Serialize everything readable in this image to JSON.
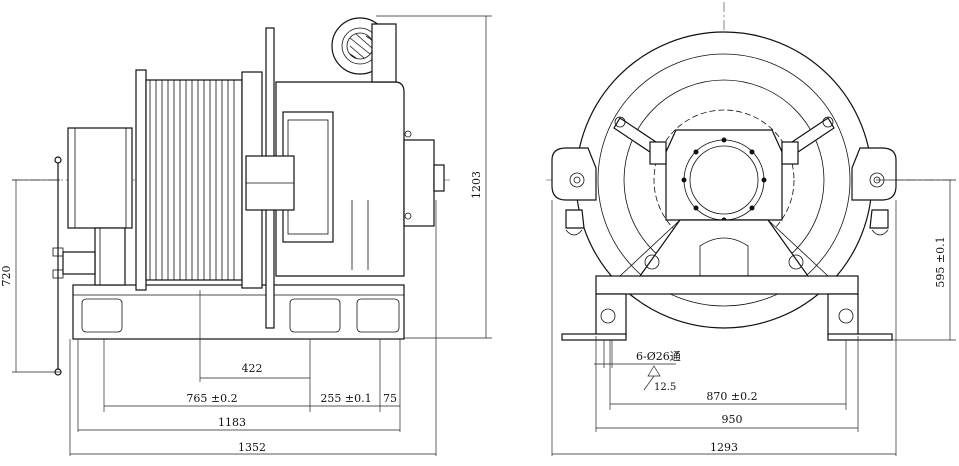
{
  "drawing": {
    "side_view": {
      "dim_height_motor": "1203",
      "dim_height_axis": "720",
      "dim_drum_offset": "422",
      "dim_base_1": "765 ±0.2",
      "dim_base_2": "255 ±0.1",
      "dim_base_3": "75",
      "dim_length_1": "1183",
      "dim_length_total": "1352"
    },
    "front_view": {
      "dim_axis_height": "595 ±0.1",
      "hole_note": "6-Ø26通",
      "roughness": "12.5",
      "dim_hole_spacing": "870 ±0.2",
      "dim_base_width": "950",
      "dim_total_width": "1293"
    }
  }
}
